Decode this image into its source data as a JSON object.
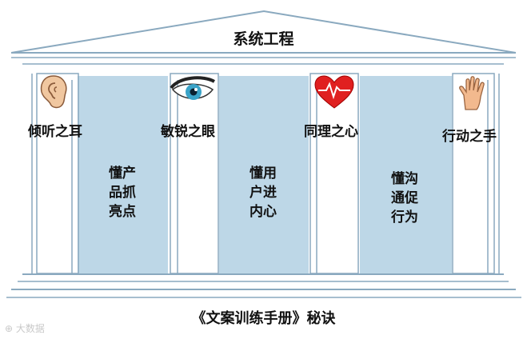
{
  "title": "系统工程",
  "pillars": [
    {
      "label": "倾听之耳",
      "icon": "ear-icon"
    },
    {
      "label": "敏锐之眼",
      "icon": "eye-icon"
    },
    {
      "label": "同理之心",
      "icon": "heart-icon"
    },
    {
      "label": "行动之手",
      "icon": "hand-icon"
    }
  ],
  "columns": [
    {
      "lines": [
        "懂产",
        "品抓",
        "亮点"
      ]
    },
    {
      "lines": [
        "懂用",
        "户进",
        "内心"
      ]
    },
    {
      "lines": [
        "懂沟",
        "通促",
        "行为"
      ]
    }
  ],
  "caption": "《文案训练手册》秘诀",
  "watermark": "大数据",
  "colors": {
    "line": "#8aa9bf",
    "column_fill": "#bdd7e7",
    "text": "#111111"
  }
}
